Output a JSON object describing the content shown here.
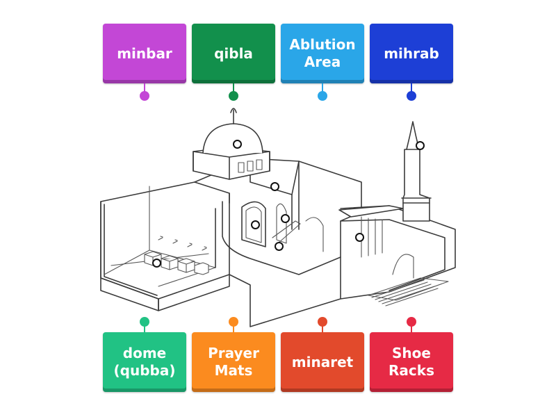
{
  "top_labels": [
    {
      "text": "minbar",
      "color": "#c347d6"
    },
    {
      "text": "qibla",
      "color": "#12904c"
    },
    {
      "text": "Ablution\nArea",
      "color": "#2aa6e8"
    },
    {
      "text": "mihrab",
      "color": "#1d3fd6"
    }
  ],
  "bottom_labels": [
    {
      "text": "dome\n(qubba)",
      "color": "#21c284"
    },
    {
      "text": "Prayer\nMats",
      "color": "#fb8b1f"
    },
    {
      "text": "minaret",
      "color": "#e24a2c"
    },
    {
      "text": "Shoe\nRacks",
      "color": "#e62a45"
    }
  ],
  "image": {
    "subject": "mosque cutaway line drawing"
  }
}
